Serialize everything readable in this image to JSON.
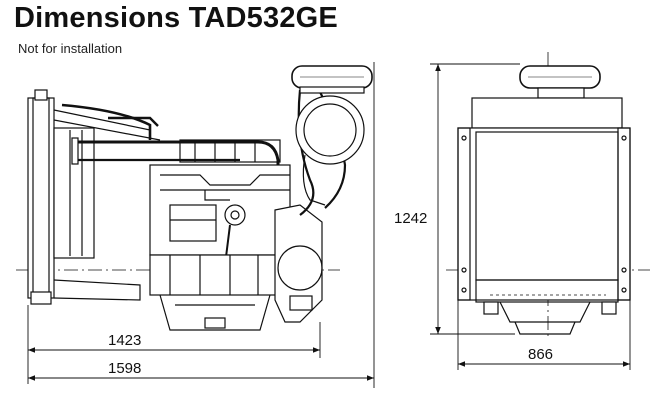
{
  "document": {
    "title": "Dimensions TAD532GE",
    "subtitle": "Not for installation"
  },
  "dimensions": {
    "length_engine": "1423",
    "length_total": "1598",
    "height": "1242",
    "width": "866"
  }
}
